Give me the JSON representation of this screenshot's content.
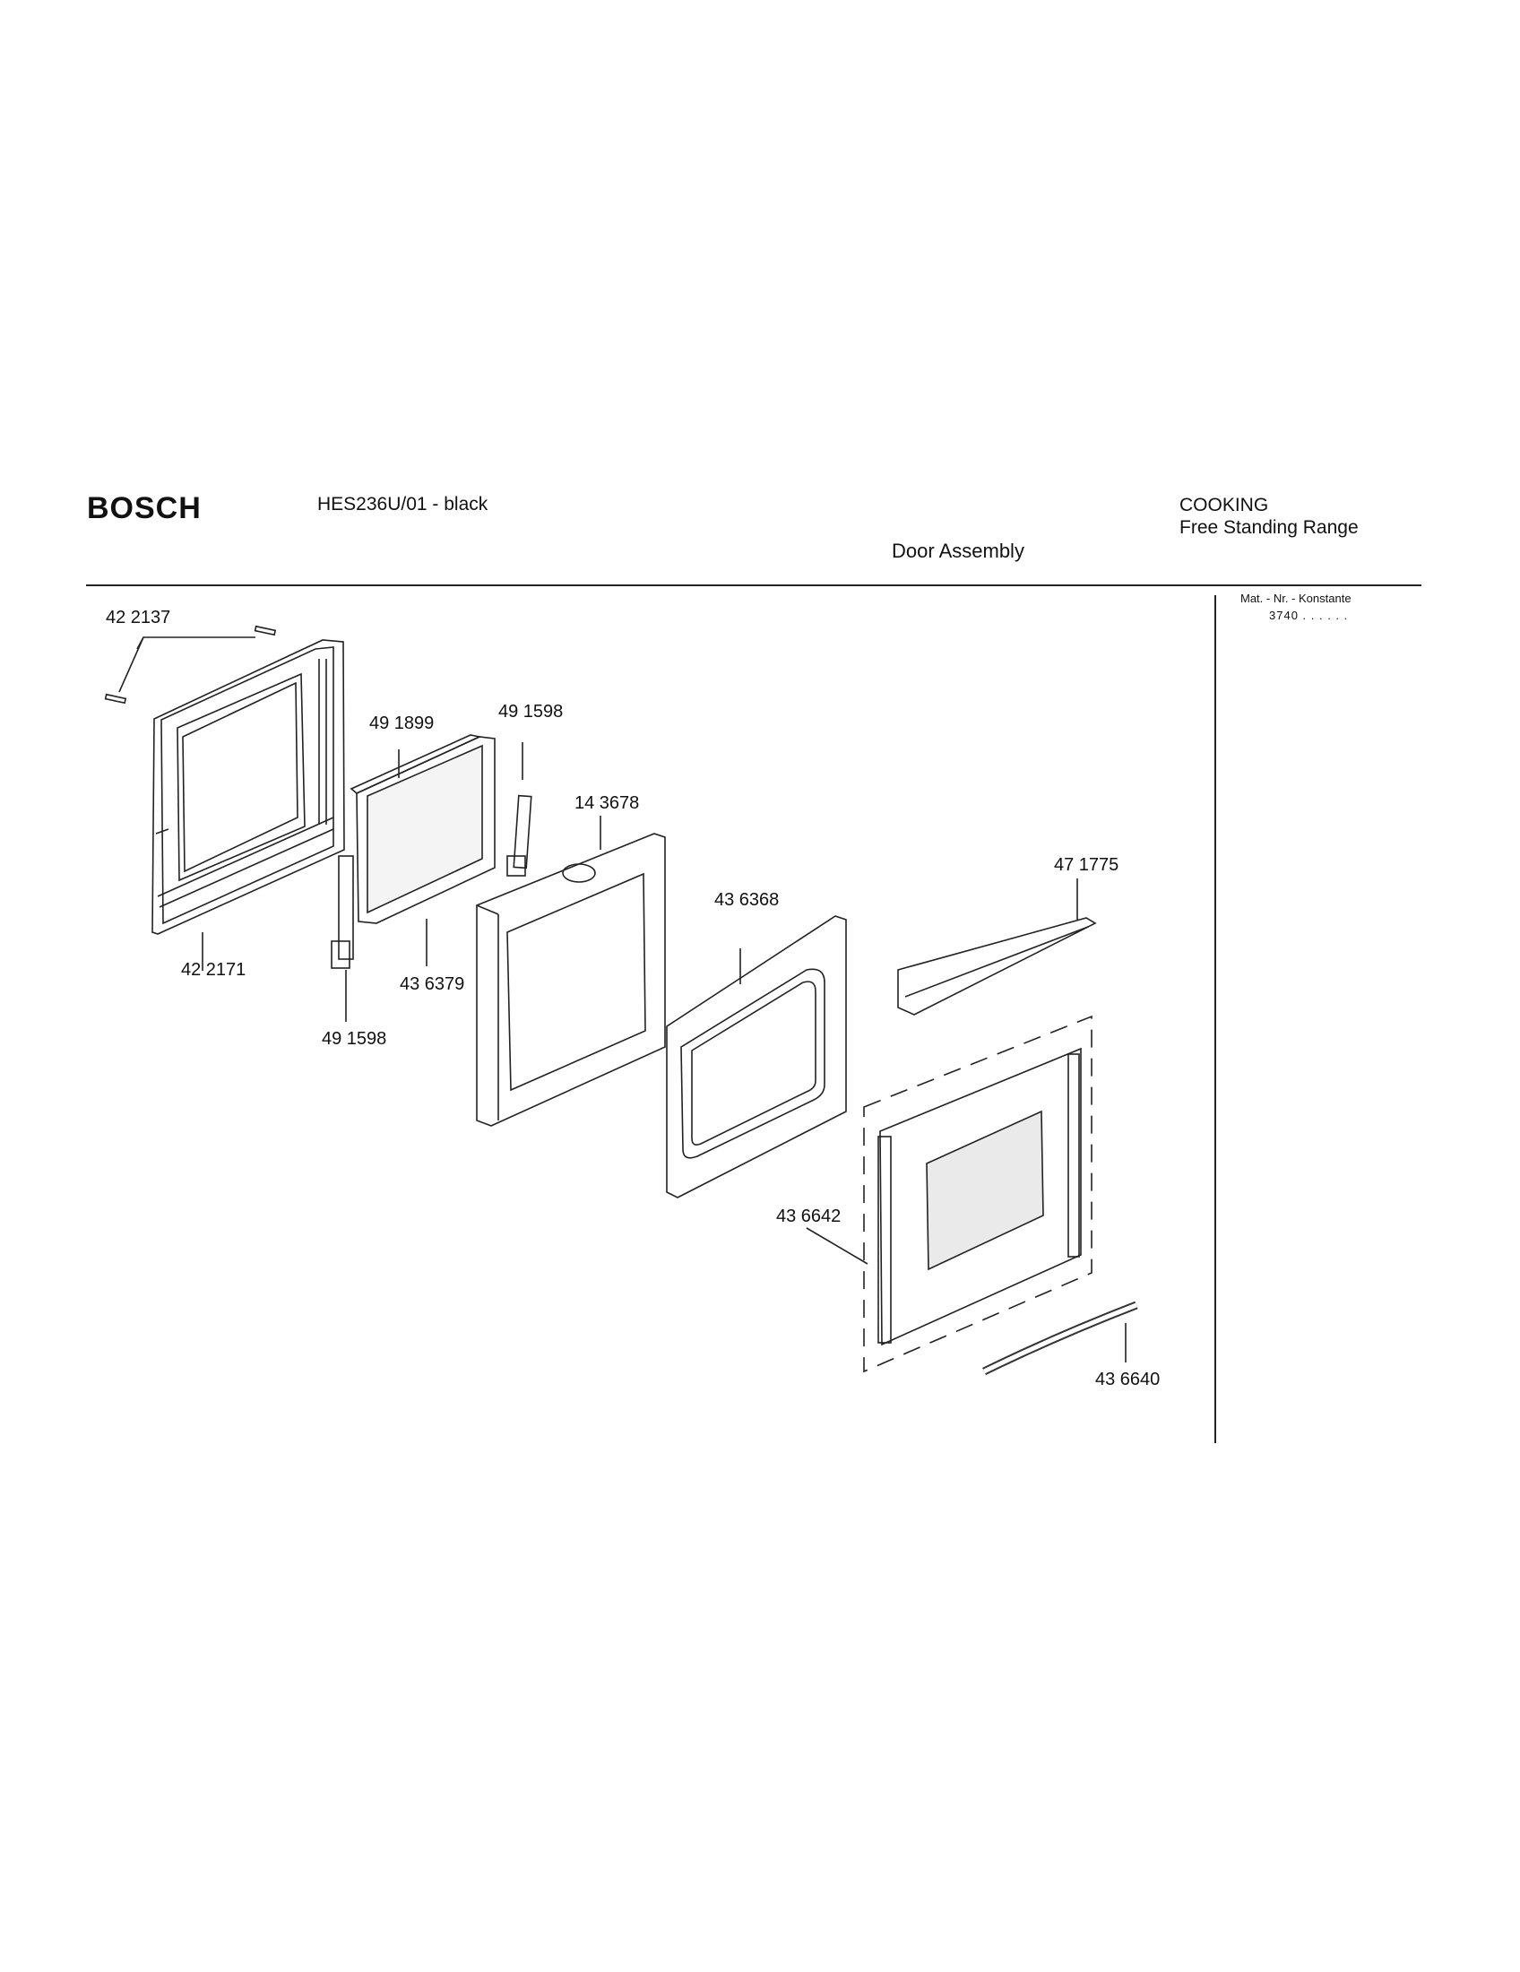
{
  "header": {
    "brand": "BOSCH",
    "model": "HES236U/01 - black",
    "category": "COOKING",
    "subcategory": "Free Standing Range",
    "section_title": "Door Assembly"
  },
  "sidebar": {
    "mat_label": "Mat. - Nr. - Konstante",
    "mat_value": "3740 . .   . . . ."
  },
  "parts": [
    {
      "id": "p1",
      "number": "42 2137"
    },
    {
      "id": "p2",
      "number": "49 1899"
    },
    {
      "id": "p3",
      "number": "49 1598"
    },
    {
      "id": "p4",
      "number": "14 3678"
    },
    {
      "id": "p5",
      "number": "43 6368"
    },
    {
      "id": "p6",
      "number": "47 1775"
    },
    {
      "id": "p7",
      "number": "42 2171"
    },
    {
      "id": "p8",
      "number": "43 6379"
    },
    {
      "id": "p9",
      "number": "49 1598"
    },
    {
      "id": "p10",
      "number": "43 6642"
    },
    {
      "id": "p11",
      "number": "43 6640"
    }
  ]
}
